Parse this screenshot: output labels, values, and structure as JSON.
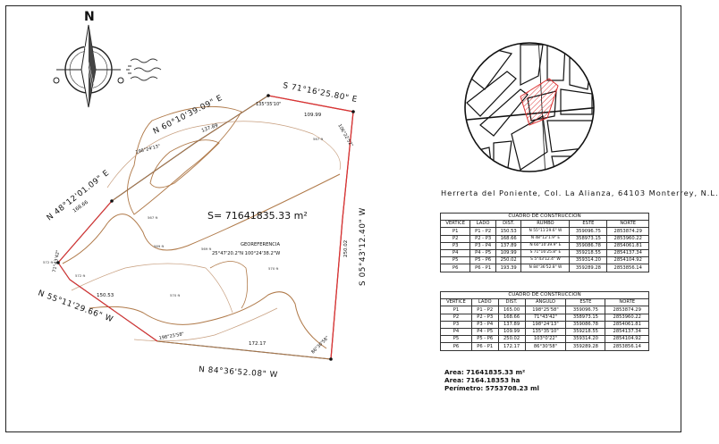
{
  "map": {
    "bearings": {
      "top_right": "S 71°16'25.80\" E",
      "top_left": "N 60°10'39.09\" E",
      "left_upper": "N 48°12'01.09\" E",
      "left_lower": "N 55°11'29.66\" W",
      "bottom": "N 84°36'52.08\" W",
      "right": "S 05°43'12.40\" W"
    },
    "distances": [
      "137.89",
      "168.66",
      "109.99",
      "135°35'10\"",
      "150.53",
      "250.02",
      "172.17",
      "198°24'13\"",
      "106°22'52\"",
      "198°25'58\"",
      "86°30'58\"",
      "71°43'42\""
    ],
    "area_text": "S= 71641835.33 m²",
    "georef_title": "GEOREFERENCIA",
    "georef_coords": "25°47'20.2\"N 100°24'38.2\"W",
    "contour_labels": [
      "567 ft",
      "567 ft",
      "569 ft",
      "569 ft",
      "572 ft",
      "572 ft",
      "570 ft",
      "570 ft"
    ]
  },
  "compass": {
    "north_label": "N"
  },
  "location": {
    "title": "Herrerta del Poniente, Col. La Alianza, 64103 Monterrey, N.L."
  },
  "table1": {
    "caption": "CUADRO DE CONSTRUCCION",
    "headers": [
      "VERTICE",
      "LADO",
      "DIST.",
      "RUMBO",
      "ESTE",
      "NORTE"
    ],
    "rows": [
      [
        "P1",
        "P1 - P2",
        "150.53",
        "N 55°11'29.6\" W",
        "359096.75",
        "2853874.29"
      ],
      [
        "P2",
        "P2 - P3",
        "168.66",
        "N 48°12'1.9\" E",
        "358973.15",
        "2853960.22"
      ],
      [
        "P3",
        "P3 - P4",
        "137.89",
        "N 60°10'39.9\" E",
        "359086.78",
        "2854061.81"
      ],
      [
        "P4",
        "P4 - P5",
        "109.99",
        "S 71°16'25.8\" E",
        "359218.55",
        "2854137.34"
      ],
      [
        "P5",
        "P5 - P6",
        "250.02",
        "S 5°43'12.4\" W",
        "359314.20",
        "2854104.92"
      ],
      [
        "P6",
        "P6 - P1",
        "193.39",
        "N 84°36'52.8\" W",
        "359289.28",
        "2853856.14"
      ]
    ]
  },
  "table2": {
    "caption": "CUADRO DE CONSTRUCCION",
    "headers": [
      "VERTICE",
      "LADO",
      "DIST.",
      "ANGULO",
      "ESTE",
      "NORTE"
    ],
    "rows": [
      [
        "P1",
        "P1 - P2",
        "165.00",
        "198°25'58\"",
        "359096.75",
        "2853874.29"
      ],
      [
        "P2",
        "P2 - P3",
        "168.66",
        "71°43'42\"",
        "358973.15",
        "2853960.22"
      ],
      [
        "P3",
        "P3 - P4",
        "137.89",
        "198°24'13\"",
        "359086.78",
        "2854061.81"
      ],
      [
        "P4",
        "P4 - P5",
        "109.99",
        "135°35'10\"",
        "359218.55",
        "2854137.34"
      ],
      [
        "P5",
        "P5 - P6",
        "250.02",
        "103°0'22\"",
        "359314.20",
        "2854104.92"
      ],
      [
        "P6",
        "P6 - P1",
        "172.17",
        "86°30'58\"",
        "359289.28",
        "2853856.14"
      ]
    ]
  },
  "summary": {
    "area_m2": "Area: 71641835.33 m²",
    "area_ha": "Area: 7164.18353 ha",
    "perimeter": "Perímetro: 5753708.23 ml"
  }
}
